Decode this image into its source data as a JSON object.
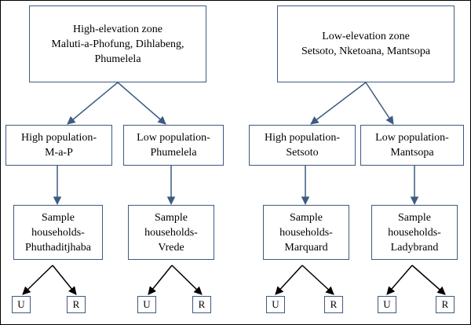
{
  "zones": [
    {
      "title": "High-elevation zone",
      "lines": [
        "Maluti-a-Phofung, Dihlabeng,",
        "Phumelela"
      ],
      "groups": [
        {
          "lines": [
            "High population-",
            "M-a-P"
          ],
          "sample": [
            "Sample",
            "households-",
            "Phuthaditjhaba"
          ],
          "leaves": [
            "U",
            "R"
          ]
        },
        {
          "lines": [
            "Low population-",
            "Phumelela"
          ],
          "sample": [
            "Sample",
            "households-",
            "Vrede"
          ],
          "leaves": [
            "U",
            "R"
          ]
        }
      ]
    },
    {
      "title": "Low-elevation zone",
      "lines": [
        "Setsoto, Nketoana, Mantsopa"
      ],
      "groups": [
        {
          "lines": [
            "High population-",
            "Setsoto"
          ],
          "sample": [
            "Sample",
            "households-",
            "Marquard"
          ],
          "leaves": [
            "U",
            "R"
          ]
        },
        {
          "lines": [
            "Low population-",
            "Mantsopa"
          ],
          "sample": [
            "Sample",
            "households-",
            "Ladybrand"
          ],
          "leaves": [
            "U",
            "R"
          ]
        }
      ]
    }
  ],
  "colors": {
    "box_border": "#3d5a80",
    "arrow": "#3d5a80",
    "leaf_line": "#000000"
  }
}
